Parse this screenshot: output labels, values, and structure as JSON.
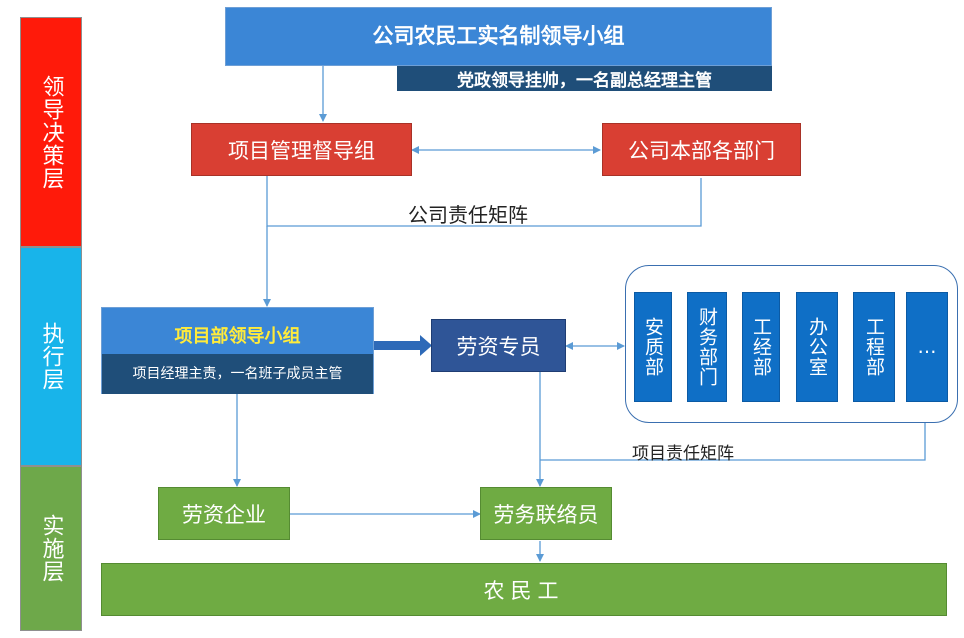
{
  "layers": {
    "decision": "领导决策层",
    "execution": "执行层",
    "implementation": "实施层"
  },
  "top_group": {
    "title": "公司农民工实名制领导小组",
    "subtitle": "党政领导挂帅，一名副总经理主管"
  },
  "supervision_group": "项目管理督导组",
  "company_departments": "公司本部各部门",
  "company_matrix_label": "公司责任矩阵",
  "project_group": {
    "title": "项目部领导小组",
    "subtitle": "项目经理主责，一名班子成员主管"
  },
  "labor_specialist": "劳资专员",
  "departments": [
    "安质部",
    "财务部门",
    "工经部",
    "办公室",
    "工程部",
    "…"
  ],
  "project_matrix_label": "项目责任矩阵",
  "labor_enterprise": "劳资企业",
  "labor_liaison": "劳务联络员",
  "migrant_workers": "农民工",
  "colors": {
    "decision_layer": "#ff1a0a",
    "execution_layer": "#18b4ea",
    "implementation_layer": "#6ea84a",
    "top_group": "#3b86d6",
    "subtitle_band": "#1f4e79",
    "red_box": "#d93f33",
    "labor_specialist": "#2f5597",
    "department": "#0f6fc6",
    "green_box": "#6fab43",
    "project_title_text": "#ffeb3b",
    "connector": "#5b9bd5"
  }
}
